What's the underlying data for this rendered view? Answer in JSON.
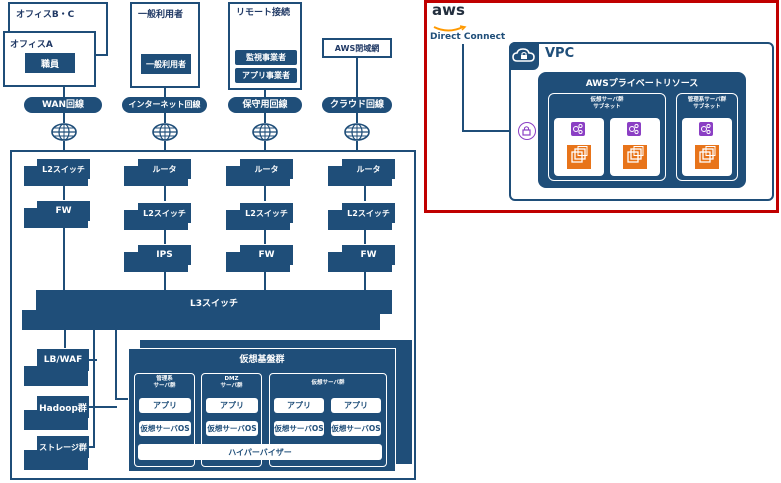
{
  "offices": {
    "office_bc": "オフィスB・C",
    "office_a": "オフィスA",
    "staff": "職員",
    "general_users": "一般利用者",
    "general_user_box": "一般利用者",
    "remote": "リモート接続",
    "monitor_vendor": "監視事業者",
    "app_vendor": "アプリ事業者",
    "aws_closed": "AWS閉域網"
  },
  "lines": {
    "wan": "WAN回線",
    "internet": "インターネット回線",
    "maintenance": "保守用回線",
    "cloud": "クラウド回線"
  },
  "network": {
    "l2_switch_a": "L2スイッチ",
    "fw_a": "FW",
    "router_b": "ルータ",
    "l2_switch_b": "L2スイッチ",
    "ips_b": "IPS",
    "router_c": "ルータ",
    "l2_switch_c": "L2スイッチ",
    "fw_c": "FW",
    "router_d": "ルータ",
    "l2_switch_d": "L2スイッチ",
    "fw_d": "FW",
    "l3_switch": "L3スイッチ",
    "lb_waf": "LB/WAF",
    "hadoop": "Hadoop群",
    "storage": "ストレージ群"
  },
  "virtual": {
    "title": "仮想基盤群",
    "mgmt_group": "管理系\nサーバ群",
    "dmz_group": "DMZ\nサーバ群",
    "virtual_group": "仮想サーバ群",
    "app": "アプリ",
    "vos": "仮想サーバOS",
    "hypervisor": "ハイパーバイザー"
  },
  "aws": {
    "logo": "aws",
    "direct_connect": "Direct Connect",
    "vpc": "VPC",
    "private_resources": "AWSプライベートリソース",
    "virtual_subnet": "仮想サーバ群\nサブネット",
    "mgmt_subnet": "管理系サーバ群\nサブネット"
  },
  "colors": {
    "navy": "#1f4e79",
    "aws_border": "#c00000",
    "ec2_orange": "#e8741a",
    "purple": "#8b3fc4"
  }
}
